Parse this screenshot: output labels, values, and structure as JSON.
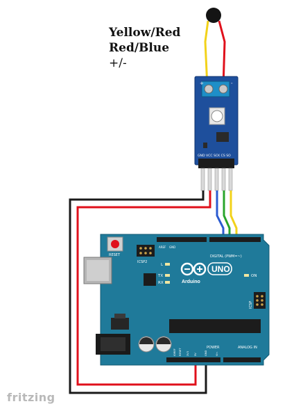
{
  "notes": {
    "line1": "Yellow/Red",
    "line2": "Red/Blue",
    "line3": "+/-"
  },
  "module": {
    "pin_labels": "GND VCC SCK CS SO"
  },
  "arduino": {
    "reset_label": "RESET",
    "icsp2_label": "ICSP2",
    "aref_label": "AREF",
    "gnd_label": "GND",
    "digital_label": "DIGITAL (PWM=~)",
    "uno_label": "UNO",
    "brand_label": "Arduino",
    "l_label": "L",
    "tx_label": "TX",
    "rx_label": "RX",
    "on_label": "ON",
    "icsp_label": "ICSP",
    "power_label": "POWER",
    "analog_label": "ANALOG IN",
    "ioref_label": "IOREF",
    "reset2_label": "RESET",
    "v33_label": "3V3",
    "v5_label": "5V",
    "vin_label": "Vin"
  },
  "footer": {
    "brand": "fritzing"
  },
  "colors": {
    "board": "#1f7a9a",
    "module": "#1e4f9c",
    "wire_red": "#e0101b",
    "wire_black": "#1a1a1a",
    "wire_yellow": "#f2d21a",
    "wire_green": "#2aa52a",
    "wire_blue": "#2b5bd0",
    "fritzing_gray": "#b9b9b9"
  }
}
